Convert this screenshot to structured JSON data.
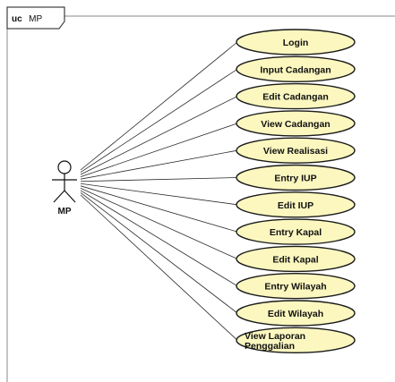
{
  "frame": {
    "keyword": "uc",
    "name": "MP"
  },
  "actor": {
    "name": "MP"
  },
  "use_cases": [
    {
      "label": [
        "Login"
      ]
    },
    {
      "label": [
        "Input Cadangan"
      ]
    },
    {
      "label": [
        "Edit Cadangan"
      ]
    },
    {
      "label": [
        "View Cadangan"
      ]
    },
    {
      "label": [
        "View Realisasi"
      ]
    },
    {
      "label": [
        "Entry IUP"
      ]
    },
    {
      "label": [
        "Edit IUP"
      ]
    },
    {
      "label": [
        "Entry Kapal"
      ]
    },
    {
      "label": [
        "Edit Kapal"
      ]
    },
    {
      "label": [
        "Entry Wilayah"
      ]
    },
    {
      "label": [
        "Edit Wilayah"
      ]
    },
    {
      "label": [
        "View Laporan",
        "Penggalian"
      ]
    }
  ],
  "colors": {
    "usecase_fill": "#fbf7bf",
    "outline": "#1a1a1a"
  }
}
